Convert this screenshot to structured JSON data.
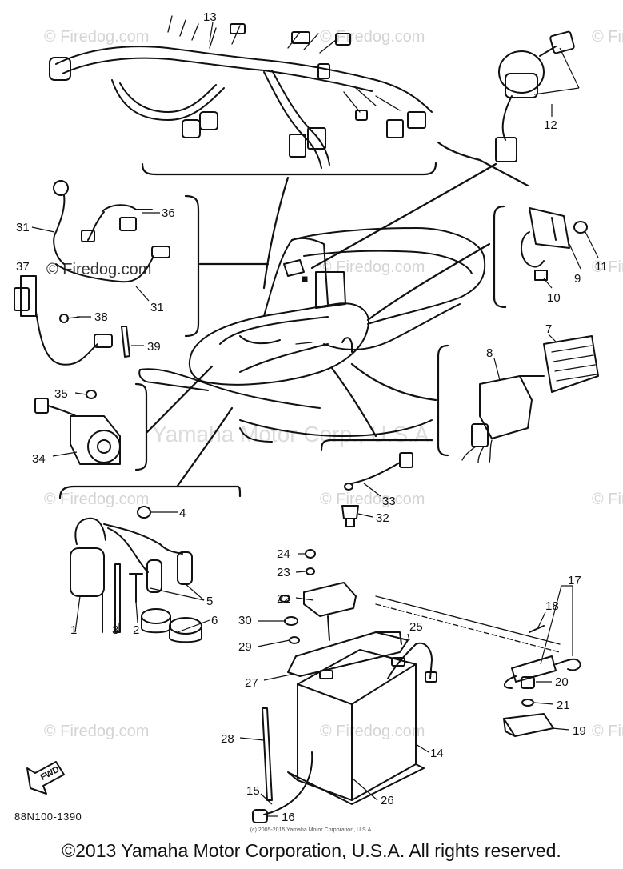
{
  "watermark": {
    "site": "© Firedog.com",
    "brand": "Yamaha Motor Corp., U.S.A."
  },
  "callouts": [
    "1",
    "2",
    "3",
    "4",
    "5",
    "6",
    "7",
    "8",
    "9",
    "10",
    "11",
    "12",
    "13",
    "14",
    "15",
    "16",
    "17",
    "18",
    "19",
    "20",
    "21",
    "22",
    "23",
    "24",
    "25",
    "26",
    "27",
    "28",
    "29",
    "30",
    "31",
    "32",
    "33",
    "34",
    "35",
    "36",
    "37",
    "38",
    "39"
  ],
  "fwd_label": "FWD",
  "part_number": "88N100-1390",
  "small_copyright": "(c) 2005-2015 Yamaha Motor Corporation, U.S.A.",
  "footer": "©2013 Yamaha Motor Corporation, U.S.A. All rights reserved."
}
